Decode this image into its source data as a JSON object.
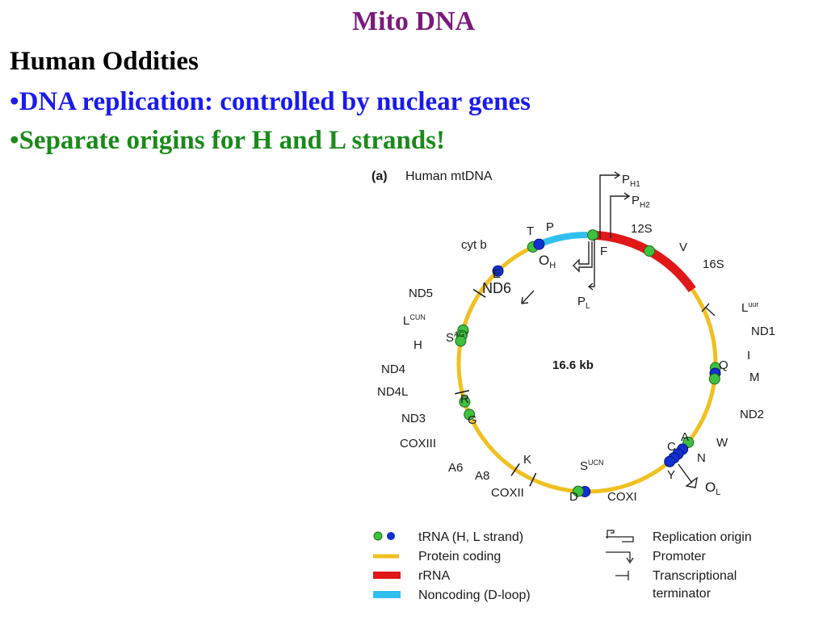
{
  "slide": {
    "title": "Mito DNA",
    "subtitle": "Human Oddities",
    "bullets": [
      {
        "marker": "•",
        "text": "DNA replication: controlled by nuclear genes",
        "color": "#1a1aee"
      },
      {
        "marker": "•",
        "text": "Separate origins for H and L strands!",
        "color": "#1a8a1a"
      }
    ]
  },
  "diagram": {
    "panel_label": "(a)",
    "panel_title": "Human mtDNA",
    "size_label": "16.6 kb",
    "colors": {
      "protein_coding": "#f0c020",
      "rrna": "#e01818",
      "noncoding": "#30c0f0",
      "trna_h": "#40c040",
      "trna_l": "#1030d0"
    },
    "labels": {
      "ph1": "P",
      "ph1_sub": "H1",
      "ph2": "P",
      "ph2_sub": "H2",
      "pl": "P",
      "pl_sub": "L",
      "oh": "O",
      "oh_sub": "H",
      "ol": "O",
      "ol_sub": "L",
      "nd6": "ND6",
      "s12": "12S",
      "v": "V",
      "s16": "16S",
      "f": "F",
      "luur": "L",
      "luur_sup": "uur",
      "nd1": "ND1",
      "i": "I",
      "q": "Q",
      "m": "M",
      "nd2": "ND2",
      "w": "W",
      "a": "A",
      "c": "C",
      "n": "N",
      "y": "Y",
      "sucn": "S",
      "sucn_sup": "UCN",
      "coxi": "COXI",
      "d": "D",
      "coxii": "COXII",
      "k": "K",
      "a8": "A8",
      "a6": "A6",
      "coxiii": "COXIII",
      "g": "G",
      "nd3": "ND3",
      "r": "R",
      "nd4l": "ND4L",
      "nd4": "ND4",
      "h": "H",
      "sagy": "S",
      "sagy_sup": "AGY",
      "lcun": "L",
      "lcun_sup": "CUN",
      "nd5": "ND5",
      "e": "E",
      "cytb": "cyt b",
      "t": "T",
      "p": "P"
    },
    "legend": [
      {
        "text": "tRNA (H, L strand)",
        "symbol": "dots"
      },
      {
        "text": "Protein coding",
        "symbol": "protein_coding"
      },
      {
        "text": "rRNA",
        "symbol": "rrna"
      },
      {
        "text": "Noncoding (D-loop)",
        "symbol": "noncoding"
      },
      {
        "text": "Replication origin",
        "symbol": "origin-icon"
      },
      {
        "text": "Promoter",
        "symbol": "promoter-icon"
      },
      {
        "text": "Transcriptional",
        "symbol": "terminator-icon"
      },
      {
        "text": "terminator",
        "symbol": ""
      }
    ]
  }
}
